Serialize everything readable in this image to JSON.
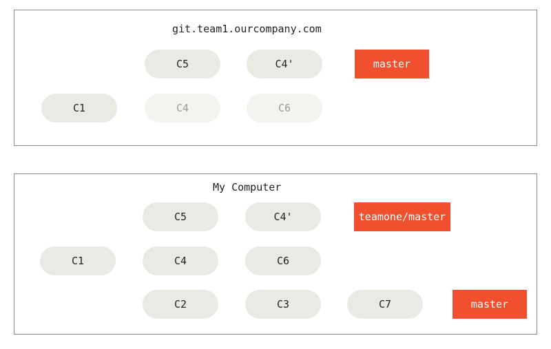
{
  "remote": {
    "title": "git.team1.ourcompany.com",
    "commits": {
      "c1": "C1",
      "c4": "C4",
      "c5": "C5",
      "c4p": "C4'",
      "c6": "C6"
    },
    "branch": "master"
  },
  "local": {
    "title": "My Computer",
    "commits": {
      "c1": "C1",
      "c2": "C2",
      "c3": "C3",
      "c4": "C4",
      "c5": "C5",
      "c4p": "C4'",
      "c6": "C6",
      "c7": "C7"
    },
    "branches": {
      "remote_master": "teamone/master",
      "master": "master"
    }
  },
  "colors": {
    "commit": "#ebe9e3",
    "commit_faded": "#f4f3ef",
    "branch": "#f1502f",
    "arrow": "#8c8780",
    "arrow_faded": "#c9c7c2"
  }
}
